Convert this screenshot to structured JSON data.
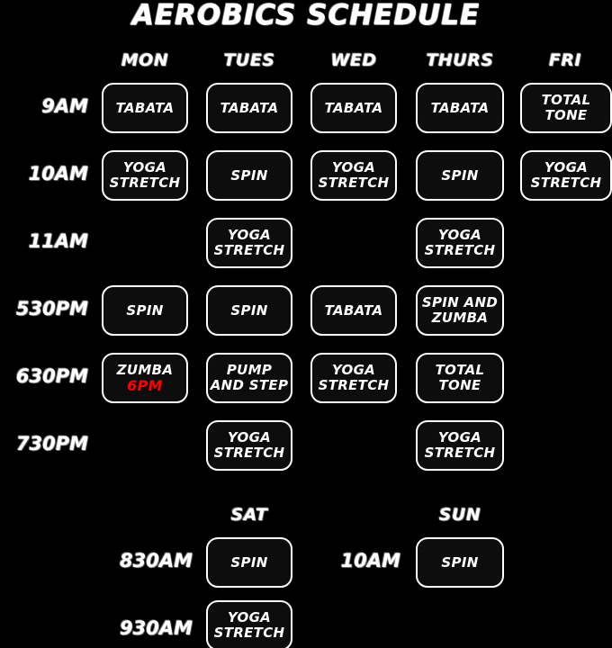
{
  "title": "AEROBICS SCHEDULE",
  "colors": {
    "background": "#000000",
    "cell_fill": "#0d0d0d",
    "cell_border": "#ffffff",
    "text": "#ffffff",
    "highlight_red": "#ff0000"
  },
  "weekday_section": {
    "day_headers": [
      {
        "label": "MON"
      },
      {
        "label": "TUES"
      },
      {
        "label": "WED"
      },
      {
        "label": "THURS"
      },
      {
        "label": "FRI"
      }
    ],
    "rows": [
      {
        "time": "9AM",
        "cells": [
          {
            "label": "TABATA"
          },
          {
            "label": "TABATA"
          },
          {
            "label": "TABATA"
          },
          {
            "label": "TABATA"
          },
          {
            "label": "TOTAL TONE"
          }
        ]
      },
      {
        "time": "10AM",
        "cells": [
          {
            "label": "YOGA STRETCH"
          },
          {
            "label": "SPIN"
          },
          {
            "label": "YOGA STRETCH"
          },
          {
            "label": "SPIN"
          },
          {
            "label": "YOGA STRETCH"
          }
        ]
      },
      {
        "time": "11AM",
        "cells": [
          {
            "label": ""
          },
          {
            "label": "YOGA STRETCH"
          },
          {
            "label": ""
          },
          {
            "label": "YOGA STRETCH"
          },
          {
            "label": ""
          }
        ]
      },
      {
        "time": "530PM",
        "cells": [
          {
            "label": "SPIN"
          },
          {
            "label": "SPIN"
          },
          {
            "label": "TABATA"
          },
          {
            "label": "SPIN AND ZUMBA"
          },
          {
            "label": ""
          }
        ]
      },
      {
        "time": "630PM",
        "cells": [
          {
            "label": "ZUMBA",
            "sub": "6PM"
          },
          {
            "label": "PUMP AND STEP"
          },
          {
            "label": "YOGA STRETCH"
          },
          {
            "label": "TOTAL TONE"
          },
          {
            "label": ""
          }
        ]
      },
      {
        "time": "730PM",
        "cells": [
          {
            "label": ""
          },
          {
            "label": "YOGA STRETCH"
          },
          {
            "label": ""
          },
          {
            "label": "YOGA STRETCH"
          },
          {
            "label": ""
          }
        ]
      }
    ]
  },
  "weekend_section": {
    "day_headers": [
      {
        "label": "SAT"
      },
      {
        "label": "SUN"
      }
    ],
    "rows": [
      {
        "sat_time": "830AM",
        "sat_class": "SPIN",
        "sun_time": "10AM",
        "sun_class": "SPIN"
      },
      {
        "sat_time": "930AM",
        "sat_class": "YOGA STRETCH",
        "sun_time": "",
        "sun_class": ""
      }
    ]
  }
}
